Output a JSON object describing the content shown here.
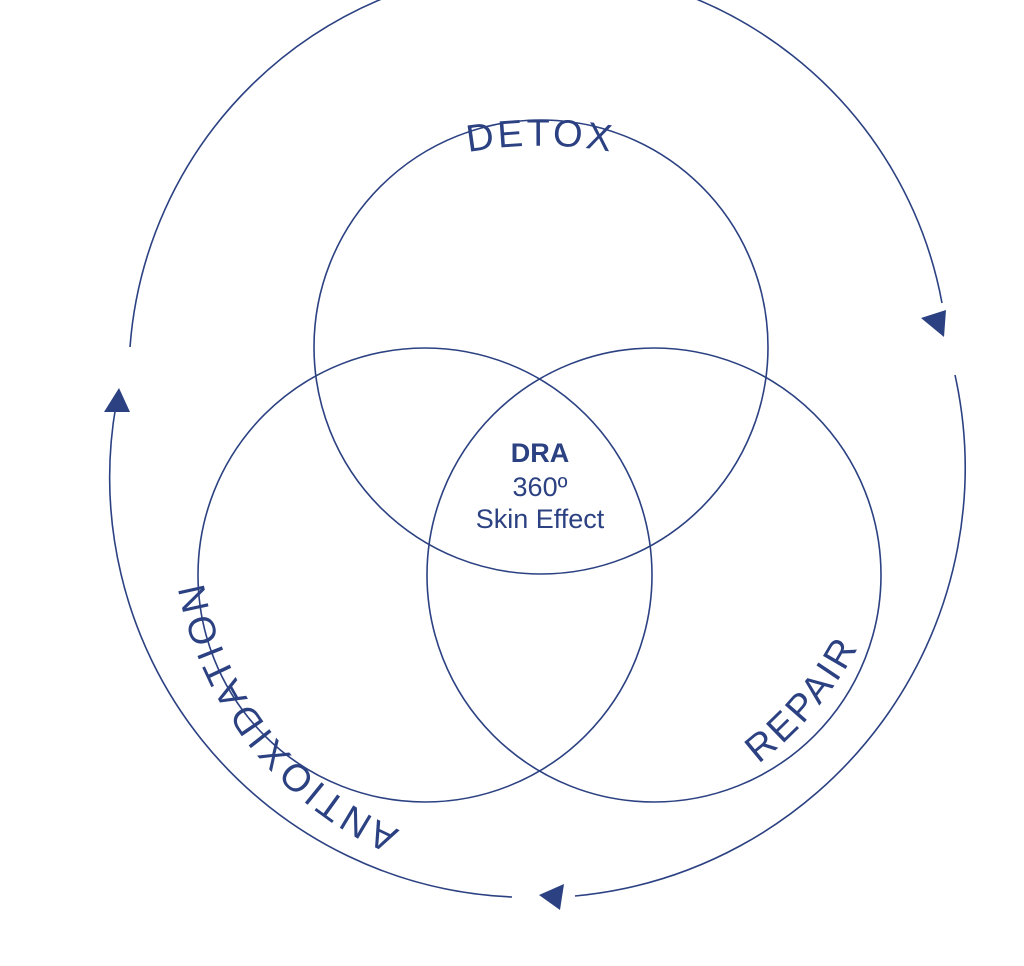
{
  "colors": {
    "primary": "#2b4182",
    "background": "#ffffff"
  },
  "circles": [
    {
      "label": "DETOX"
    },
    {
      "label": "ANTIOXIDATION"
    },
    {
      "label": "REPAIR"
    }
  ],
  "center": {
    "line1": "DRA",
    "line2": "360º",
    "line3": "Skin Effect"
  },
  "cycle": {
    "direction": "clockwise",
    "arrow_count": 3
  }
}
